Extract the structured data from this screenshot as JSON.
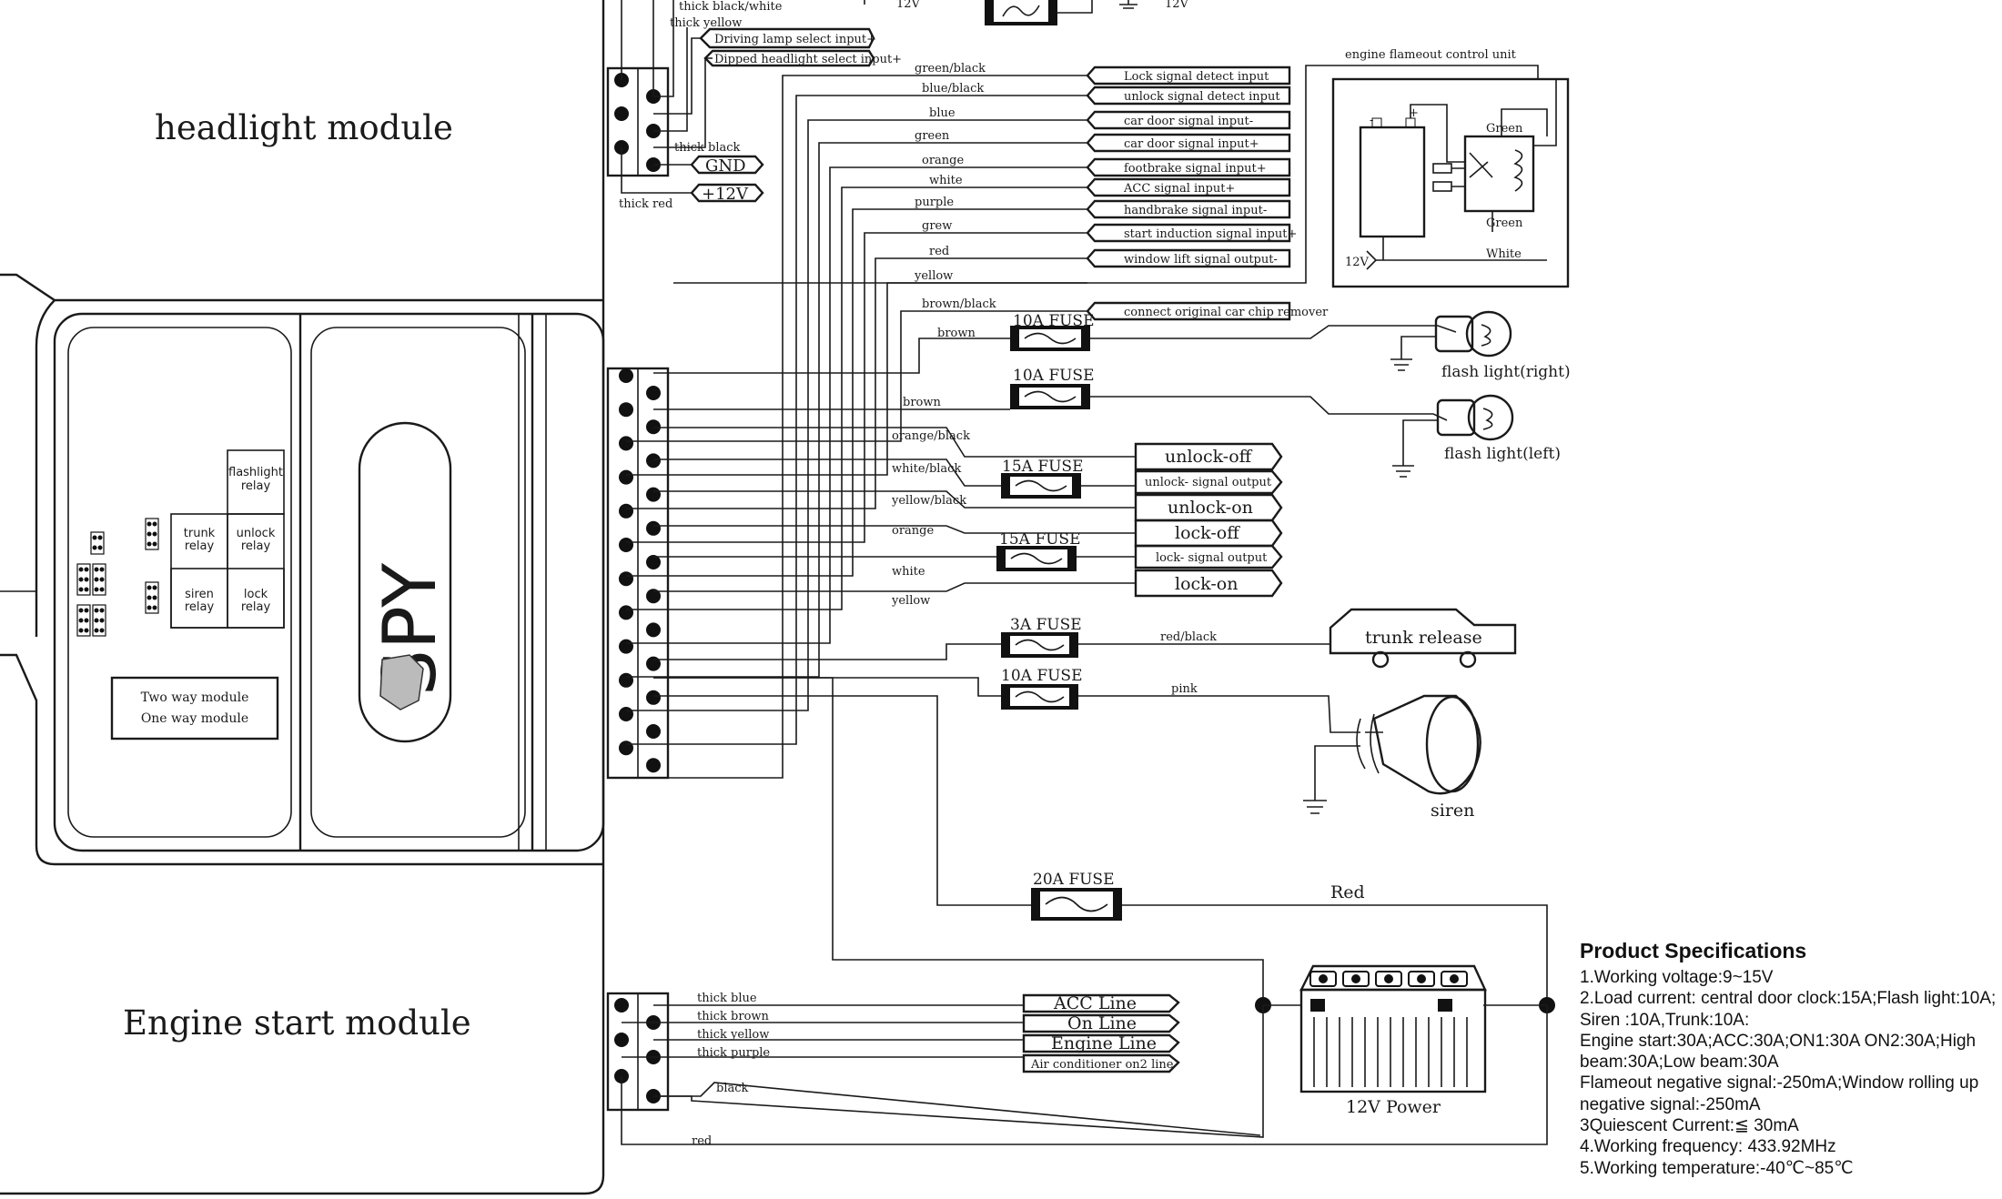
{
  "modules": {
    "headlight": "headlight module",
    "engine": "Engine start module",
    "logo": "SPY",
    "module_box": [
      "Two way module",
      "One way module"
    ]
  },
  "relays": {
    "flashlight": [
      "flashlight",
      "relay"
    ],
    "trunk": [
      "trunk",
      "relay"
    ],
    "unlock": [
      "unlock",
      "relay"
    ],
    "siren": [
      "siren",
      "relay"
    ],
    "lock": [
      "lock",
      "relay"
    ]
  },
  "top_power": {
    "v1": "12V",
    "v2": "12V"
  },
  "headlight_wires": {
    "w1": "thick black/white",
    "w2": "thick yellow",
    "w3": "thick black",
    "w4": "thick red",
    "in1": "Driving lamp select input+",
    "in2": "Dipped headlight select input+",
    "gnd": "GND",
    "v12": "+12V"
  },
  "signal_wires": [
    {
      "color": "green/black",
      "label": "Lock signal detect input"
    },
    {
      "color": "blue/black",
      "label": "unlock signal detect input"
    },
    {
      "color": "blue",
      "label": "car door signal input-"
    },
    {
      "color": "green",
      "label": "car door signal input+"
    },
    {
      "color": "orange",
      "label": "footbrake signal input+"
    },
    {
      "color": "white",
      "label": "ACC signal input+"
    },
    {
      "color": "purple",
      "label": "handbrake signal input-"
    },
    {
      "color": "grew",
      "label": "start induction signal input+"
    },
    {
      "color": "red",
      "label": "window lift signal output-"
    },
    {
      "color": "yellow",
      "label": ""
    },
    {
      "color": "brown/black",
      "label": "connect original car chip remover"
    }
  ],
  "flameout": {
    "title": "engine flameout control unit",
    "green1": "Green",
    "green2": "Green",
    "white": "White",
    "v12": "12V"
  },
  "flash": {
    "brown1": "brown",
    "brown2": "brown",
    "fuse1": "10A FUSE",
    "fuse2": "10A FUSE",
    "right": "flash light(right)",
    "left": "flash light(left)"
  },
  "lock_wires": {
    "w1": "orange/black",
    "w2": "white/black",
    "w3": "yellow/black",
    "w4": "orange",
    "w5": "white",
    "w6": "yellow",
    "fuse1": "15A FUSE",
    "fuse2": "15A FUSE",
    "o1": "unlock-off",
    "o2": "unlock- signal output",
    "o3": "unlock-on",
    "o4": "lock-off",
    "o5": "lock- signal output",
    "o6": "lock-on"
  },
  "trunk": {
    "fuse": "3A FUSE",
    "wire": "red/black",
    "label": "trunk release"
  },
  "siren": {
    "fuse": "10A FUSE",
    "wire": "pink",
    "label": "siren"
  },
  "power": {
    "fuse": "20A FUSE",
    "wire": "Red",
    "label": "12V Power"
  },
  "engine_wires": {
    "w1": "thick blue",
    "w2": "thick brown",
    "w3": "thick yellow",
    "w4": "thick purple",
    "w5": "black",
    "w6": "red",
    "o1": "ACC Line",
    "o2": "On Line",
    "o3": "Engine Line",
    "o4": "Air conditioner on2 line"
  },
  "specs": {
    "title": "Product Specifications",
    "lines": [
      "1.Working voltage:9~15V",
      "2.Load current: central door clock:15A;Flash light:10A;",
      "Siren :10A,Trunk:10A:",
      "Engine start:30A;ACC:30A;ON1:30A   ON2:30A;High",
      "beam:30A;Low beam:30A",
      "Flameout negative signal:-250mA;Window rolling up",
      "negative signal:-250mA",
      "3Quiescent Current:≦     30mA",
      "4.Working frequency: 433.92MHz",
      "5.Working temperature:-40℃~85℃"
    ]
  }
}
